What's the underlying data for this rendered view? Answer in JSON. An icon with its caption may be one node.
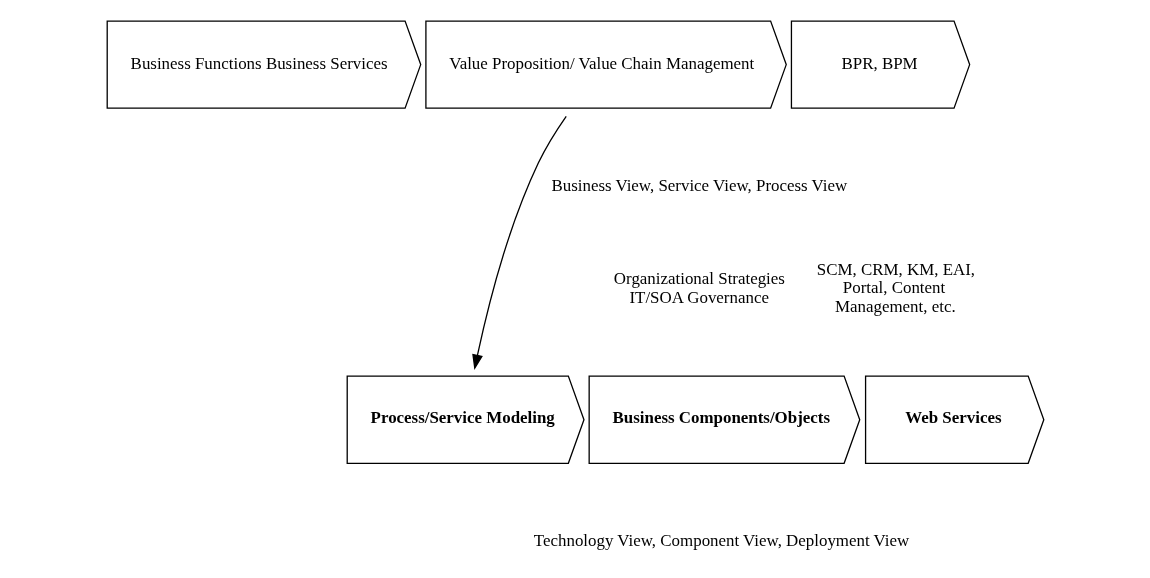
{
  "diagram": {
    "nodes": [
      {
        "text": [
          "Business Functions Business Services"
        ]
      },
      {
        "text": [
          "Value Proposition/ Value Chain Management"
        ]
      },
      {
        "text": [
          "BPR, BPM"
        ]
      },
      {
        "text": [
          "Process/Service Modeling"
        ]
      },
      {
        "text": [
          "Business Components/Objects"
        ]
      },
      {
        "text": [
          "Web Services"
        ]
      }
    ],
    "edges": [
      {
        "from": 1,
        "to": 3,
        "arrow": "to"
      }
    ],
    "labels": [
      "Business View, Service View, Process View",
      "Organizational Strategies IT/SOA Governance",
      "SCM, CRM, KM, EAI, Portal, Content Management, etc.",
      "Technology View, Component View, Deployment View"
    ]
  }
}
